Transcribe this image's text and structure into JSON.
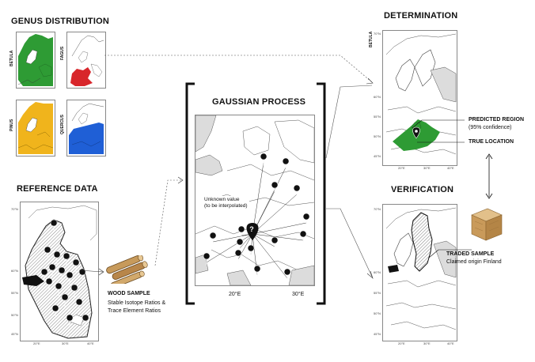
{
  "genus_distribution": {
    "title": "GENUS DISTRIBUTION",
    "maps": [
      {
        "label": "BETULA",
        "color": "#2e9b34"
      },
      {
        "label": "FAGUS",
        "color": "#d8262b"
      },
      {
        "label": "PINUS",
        "color": "#f0b41c"
      },
      {
        "label": "QUERCUS",
        "color": "#1f5fd6"
      }
    ]
  },
  "reference_data": {
    "title": "REFERENCE DATA",
    "lat_ticks": [
      "70°N",
      "60°N",
      "55°N",
      "50°N",
      "45°N"
    ],
    "lon_ticks": [
      "20°E",
      "30°E",
      "40°E"
    ]
  },
  "wood_sample": {
    "title": "WOOD SAMPLE",
    "line1": "Stable Isotope Ratios &",
    "line2": "Trace Element Ratios",
    "icon": "wood-logs-icon"
  },
  "gaussian_process": {
    "title": "GAUSSIAN PROCESS",
    "unknown_line1": "Unknown value",
    "unknown_line2": "(to be interpolated)",
    "query_symbol": "?",
    "lon_labels": [
      "20°E",
      "30°E"
    ]
  },
  "determination": {
    "title": "DETERMINATION",
    "map_label": "BETULA",
    "predicted_title": "PREDICTED REGION",
    "predicted_sub": "(95% confidence)",
    "true_location": "TRUE LOCATION",
    "lat_ticks": [
      "70°N",
      "60°N",
      "55°N",
      "50°N",
      "45°N"
    ],
    "lon_ticks": [
      "20°E",
      "30°E",
      "40°E"
    ],
    "region_color": "#2e9b34"
  },
  "verification": {
    "title": "VERIFICATION",
    "traded_title": "TRADED SAMPLE",
    "traded_sub": "Claimed origin Finland",
    "lat_ticks": [
      "70°N",
      "60°N",
      "55°N",
      "50°N",
      "45°N"
    ],
    "lon_ticks": [
      "20°E",
      "30°E",
      "40°E"
    ],
    "icon": "wood-cube-icon"
  }
}
